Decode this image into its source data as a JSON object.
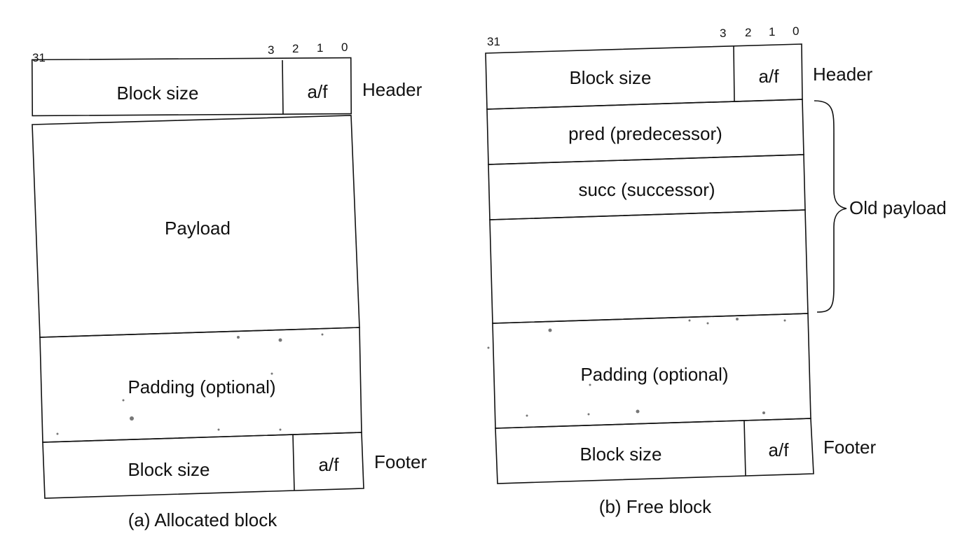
{
  "bit_positions": [
    "31",
    "3",
    "2",
    "1",
    "0"
  ],
  "allocated_block": {
    "caption": "(a) Allocated block",
    "header": {
      "size_label": "Block size",
      "flags_label": "a/f",
      "side_label": "Header"
    },
    "payload_label": "Payload",
    "padding_label": "Padding (optional)",
    "footer": {
      "size_label": "Block size",
      "flags_label": "a/f",
      "side_label": "Footer"
    }
  },
  "free_block": {
    "caption": "(b) Free block",
    "header": {
      "size_label": "Block size",
      "flags_label": "a/f",
      "side_label": "Header"
    },
    "pred_label": "pred (predecessor)",
    "succ_label": "succ (successor)",
    "old_payload_label": "Old payload",
    "padding_label": "Padding (optional)",
    "footer": {
      "size_label": "Block size",
      "flags_label": "a/f",
      "side_label": "Footer"
    }
  }
}
